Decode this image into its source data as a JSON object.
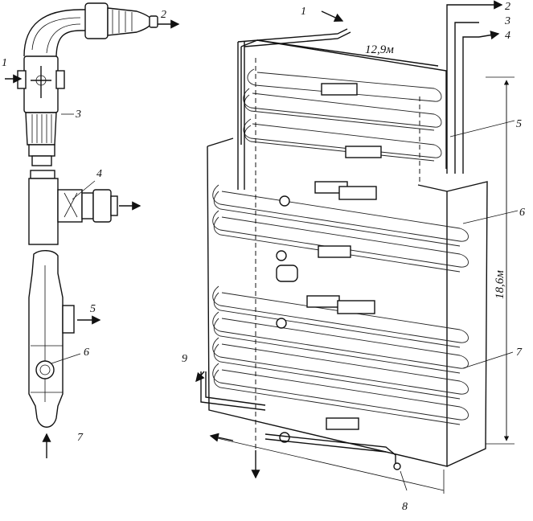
{
  "left_assembly": {
    "labels": [
      "1",
      "2",
      "3",
      "4",
      "5",
      "6",
      "7"
    ]
  },
  "right_assembly": {
    "labels": [
      "1",
      "2",
      "3",
      "4",
      "5",
      "6",
      "7",
      "8",
      "9"
    ],
    "width_dimension": "12,9м",
    "height_dimension": "18,6м"
  }
}
